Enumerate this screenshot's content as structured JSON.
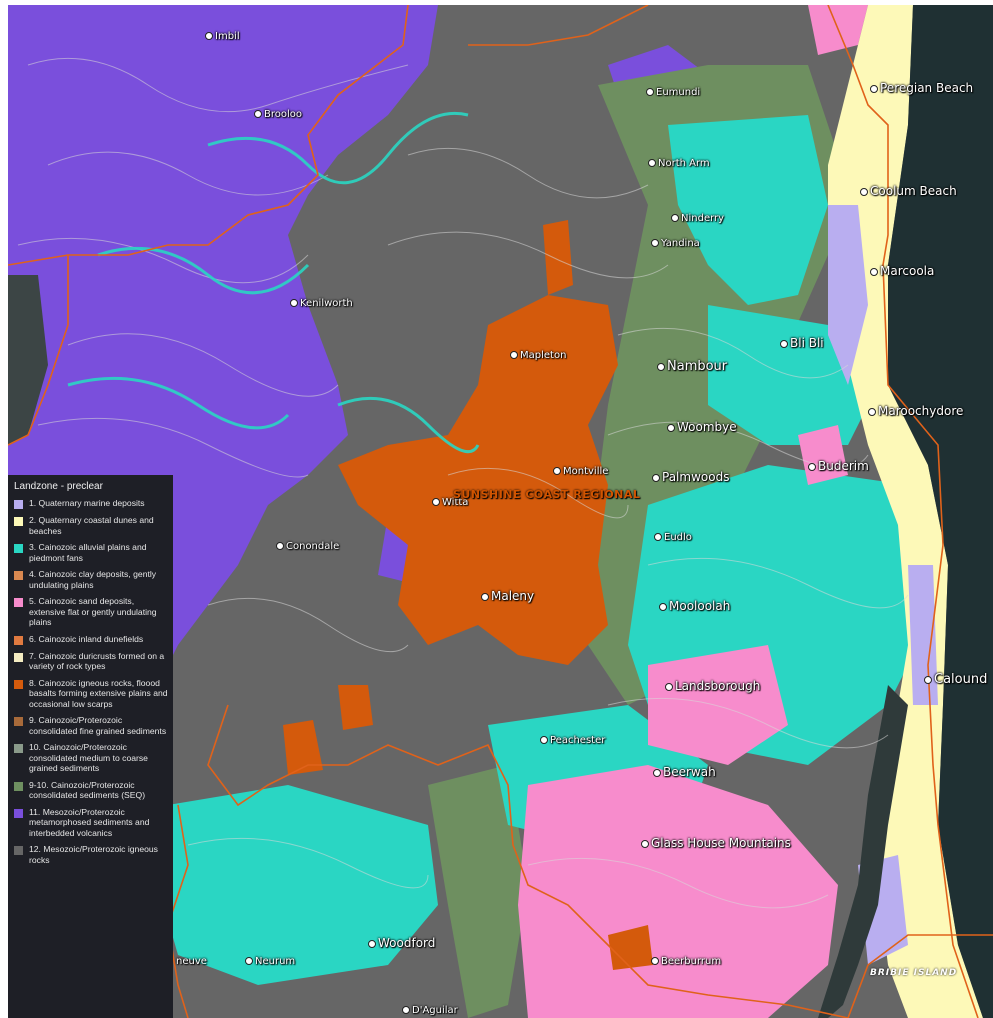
{
  "map": {
    "places": [
      {
        "id": "imbil",
        "name": "Imbil",
        "size": "sm"
      },
      {
        "id": "brooloo",
        "name": "Brooloo",
        "size": "sm"
      },
      {
        "id": "eumundi",
        "name": "Eumundi",
        "size": "sm"
      },
      {
        "id": "peregian-beach",
        "name": "Peregian Beach",
        "size": "md"
      },
      {
        "id": "north-arm",
        "name": "North Arm",
        "size": "sm"
      },
      {
        "id": "coolum-beach",
        "name": "Coolum Beach",
        "size": "md"
      },
      {
        "id": "ninderry",
        "name": "Ninderry",
        "size": "sm"
      },
      {
        "id": "yandina",
        "name": "Yandina",
        "size": "sm"
      },
      {
        "id": "marcoola",
        "name": "Marcoola",
        "size": "md"
      },
      {
        "id": "kenilworth",
        "name": "Kenilworth",
        "size": "sm"
      },
      {
        "id": "bli-bli",
        "name": "Bli Bli",
        "size": "md"
      },
      {
        "id": "mapleton",
        "name": "Mapleton",
        "size": "sm"
      },
      {
        "id": "nambour",
        "name": "Nambour",
        "size": "lg"
      },
      {
        "id": "maroochydore",
        "name": "Maroochydore",
        "size": "md"
      },
      {
        "id": "woombye",
        "name": "Woombye",
        "size": "md"
      },
      {
        "id": "buderim",
        "name": "Buderim",
        "size": "md"
      },
      {
        "id": "montville",
        "name": "Montville",
        "size": "sm"
      },
      {
        "id": "palmwoods",
        "name": "Palmwoods",
        "size": "md"
      },
      {
        "id": "witta",
        "name": "Witta",
        "size": "sm"
      },
      {
        "id": "conondale",
        "name": "Conondale",
        "size": "sm"
      },
      {
        "id": "eudlo",
        "name": "Eudlo",
        "size": "sm"
      },
      {
        "id": "maleny",
        "name": "Maleny",
        "size": "md"
      },
      {
        "id": "mooloolah",
        "name": "Mooloolah",
        "size": "md"
      },
      {
        "id": "caloundra",
        "name": "Calound",
        "size": "lg"
      },
      {
        "id": "landsborough",
        "name": "Landsborough",
        "size": "md"
      },
      {
        "id": "peachester",
        "name": "Peachester",
        "size": "sm"
      },
      {
        "id": "beerwah",
        "name": "Beerwah",
        "size": "md"
      },
      {
        "id": "glass-house-mountains",
        "name": "Glass House Mountains",
        "size": "md"
      },
      {
        "id": "woodford",
        "name": "Woodford",
        "size": "md"
      },
      {
        "id": "neurum",
        "name": "Neurum",
        "size": "sm"
      },
      {
        "id": "neuve",
        "name": "neuve",
        "size": "sm"
      },
      {
        "id": "beerburrum",
        "name": "Beerburrum",
        "size": "sm"
      },
      {
        "id": "d-aguilar",
        "name": "D'Aguilar",
        "size": "sm"
      }
    ],
    "region_label": "SUNSHINE COAST REGIONAL",
    "island_label": "BRIBIE ISLAND"
  },
  "legend": {
    "title": "Landzone - preclear",
    "items": [
      {
        "label": "1. Quaternary marine deposits",
        "color": "#b9aef0"
      },
      {
        "label": "2. Quaternary coastal dunes and beaches",
        "color": "#fdf9b8"
      },
      {
        "label": "3. Cainozoic alluvial plains and piedmont fans",
        "color": "#2ad6c3"
      },
      {
        "label": "4. Cainozoic clay deposits, gently undulating plains",
        "color": "#d98850"
      },
      {
        "label": "5. Cainozoic sand deposits, extensive flat or gently undulating plains",
        "color": "#f78ccc"
      },
      {
        "label": "6. Cainozoic inland dunefields",
        "color": "#e07a40"
      },
      {
        "label": "7. Cainozoic duricrusts formed on a variety of rock types",
        "color": "#f4ecc2"
      },
      {
        "label": "8. Cainozoic igneous rocks, floood basalts forming extensive plains and occasional low scarps",
        "color": "#d45a0c"
      },
      {
        "label": "9. Cainozoic/Proterozoic consolidated fine grained sediments",
        "color": "#a86a3a"
      },
      {
        "label": "10. Cainozoic/Proterozoic consolidated medium to coarse grained sediments",
        "color": "#8a9a8a"
      },
      {
        "label": "9-10. Cainozoic/Proterozoic consolidated sediments (SEQ)",
        "color": "#6e8f60"
      },
      {
        "label": "11. Mesozoic/Proterozoic metamorphosed sediments and interbedded volcanics",
        "color": "#7a4fdc"
      },
      {
        "label": "12. Mesozoic/Proterozoic igneous rocks",
        "color": "#666666"
      }
    ]
  }
}
